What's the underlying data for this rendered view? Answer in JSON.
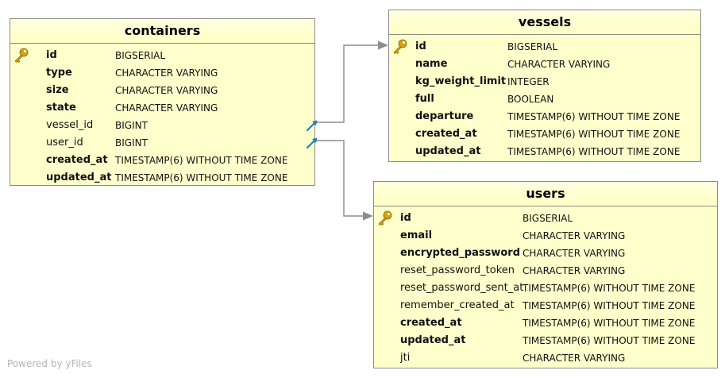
{
  "entities": {
    "containers": {
      "title": "containers",
      "fields": [
        {
          "name": "id",
          "type": "BIGSERIAL",
          "pk": true,
          "fk": false,
          "required": true
        },
        {
          "name": "type",
          "type": "CHARACTER VARYING",
          "pk": false,
          "fk": false,
          "required": true
        },
        {
          "name": "size",
          "type": "CHARACTER VARYING",
          "pk": false,
          "fk": false,
          "required": true
        },
        {
          "name": "state",
          "type": "CHARACTER VARYING",
          "pk": false,
          "fk": false,
          "required": true
        },
        {
          "name": "vessel_id",
          "type": "BIGINT",
          "pk": false,
          "fk": true,
          "required": false
        },
        {
          "name": "user_id",
          "type": "BIGINT",
          "pk": false,
          "fk": true,
          "required": false
        },
        {
          "name": "created_at",
          "type": "TIMESTAMP(6) WITHOUT TIME ZONE",
          "pk": false,
          "fk": false,
          "required": true
        },
        {
          "name": "updated_at",
          "type": "TIMESTAMP(6) WITHOUT TIME ZONE",
          "pk": false,
          "fk": false,
          "required": true
        }
      ]
    },
    "vessels": {
      "title": "vessels",
      "fields": [
        {
          "name": "id",
          "type": "BIGSERIAL",
          "pk": true,
          "fk": false,
          "required": true
        },
        {
          "name": "name",
          "type": "CHARACTER VARYING",
          "pk": false,
          "fk": false,
          "required": true
        },
        {
          "name": "kg_weight_limit",
          "type": "INTEGER",
          "pk": false,
          "fk": false,
          "required": true
        },
        {
          "name": "full",
          "type": "BOOLEAN",
          "pk": false,
          "fk": false,
          "required": true
        },
        {
          "name": "departure",
          "type": "TIMESTAMP(6) WITHOUT TIME ZONE",
          "pk": false,
          "fk": false,
          "required": true
        },
        {
          "name": "created_at",
          "type": "TIMESTAMP(6) WITHOUT TIME ZONE",
          "pk": false,
          "fk": false,
          "required": true
        },
        {
          "name": "updated_at",
          "type": "TIMESTAMP(6) WITHOUT TIME ZONE",
          "pk": false,
          "fk": false,
          "required": true
        }
      ]
    },
    "users": {
      "title": "users",
      "fields": [
        {
          "name": "id",
          "type": "BIGSERIAL",
          "pk": true,
          "fk": false,
          "required": true
        },
        {
          "name": "email",
          "type": "CHARACTER VARYING",
          "pk": false,
          "fk": false,
          "required": true
        },
        {
          "name": "encrypted_password",
          "type": "CHARACTER VARYING",
          "pk": false,
          "fk": false,
          "required": true
        },
        {
          "name": "reset_password_token",
          "type": "CHARACTER VARYING",
          "pk": false,
          "fk": false,
          "required": false
        },
        {
          "name": "reset_password_sent_at",
          "type": "TIMESTAMP(6) WITHOUT TIME ZONE",
          "pk": false,
          "fk": false,
          "required": false
        },
        {
          "name": "remember_created_at",
          "type": "TIMESTAMP(6) WITHOUT TIME ZONE",
          "pk": false,
          "fk": false,
          "required": false
        },
        {
          "name": "created_at",
          "type": "TIMESTAMP(6) WITHOUT TIME ZONE",
          "pk": false,
          "fk": false,
          "required": true
        },
        {
          "name": "updated_at",
          "type": "TIMESTAMP(6) WITHOUT TIME ZONE",
          "pk": false,
          "fk": false,
          "required": true
        },
        {
          "name": "jti",
          "type": "CHARACTER VARYING",
          "pk": false,
          "fk": false,
          "required": false
        }
      ]
    }
  },
  "relations": [
    {
      "from": "containers.vessel_id",
      "to": "vessels.id"
    },
    {
      "from": "containers.user_id",
      "to": "users.id"
    }
  ],
  "colors": {
    "entity_fill": "#ffffcc",
    "border": "#8c8c8c",
    "key_icon": "#d4a017",
    "fk_icon": "#1f7fc4",
    "watermark": "#b5b5b5"
  },
  "icons": {
    "primary_key": "key-icon",
    "foreign_key": "fk-arrow-icon"
  },
  "watermark": "Powered by yFiles"
}
